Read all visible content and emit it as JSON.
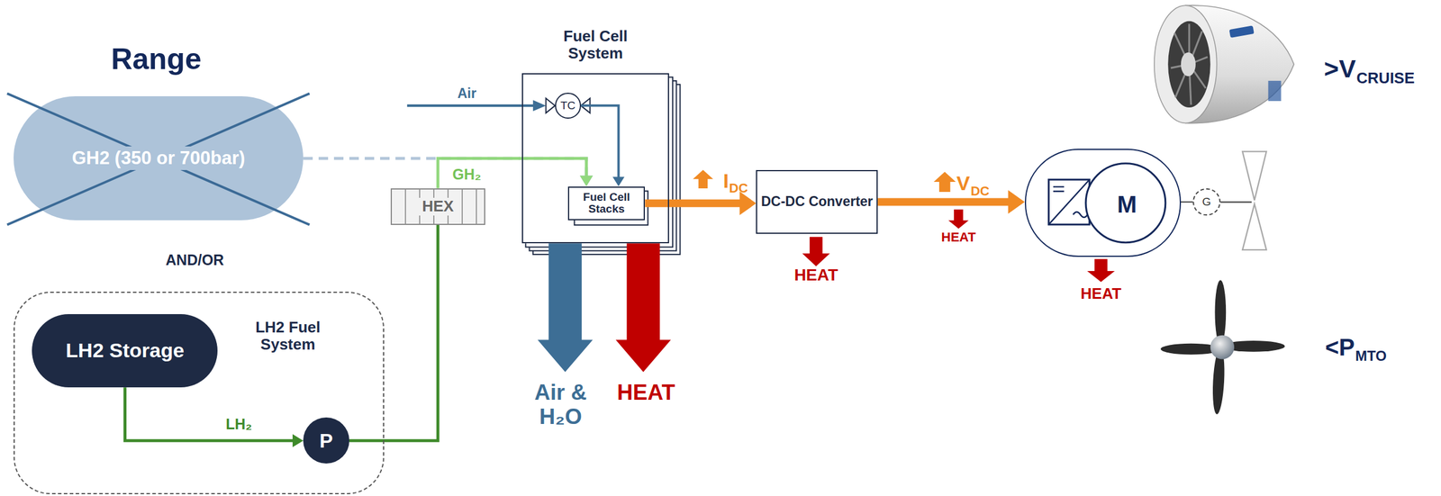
{
  "diagram": {
    "nodes": [
      {
        "text": [
          "GH2 (350 or 700bar)"
        ]
      },
      {
        "text": [
          "LH2 Fuel System"
        ]
      },
      {
        "text": [
          "LH2 Storage"
        ],
        "in": 1
      },
      {
        "text": [
          "P"
        ],
        "in": 1
      },
      {
        "text": [
          "HEX"
        ]
      },
      {
        "text": [
          "Fuel Cell System"
        ]
      },
      {
        "text": [
          "TC"
        ],
        "in": 5
      },
      {
        "text": [
          "Fuel Cell Stacks"
        ],
        "in": 5
      },
      {
        "text": [
          "DC-DC Converter"
        ]
      },
      {
        "text": [
          "M"
        ]
      },
      {
        "text": [
          "G"
        ]
      }
    ],
    "edges": [
      {
        "from": 0,
        "to": 7,
        "arrow": "to"
      },
      {
        "from": 2,
        "to": 3,
        "label": "LH₂",
        "arrow": "to"
      },
      {
        "from": 3,
        "to": 4,
        "arrow": "none"
      },
      {
        "from": 4,
        "to": 7,
        "label": "GH₂",
        "arrow": "to"
      },
      {
        "from": 6,
        "to": 7,
        "arrow": "to"
      },
      {
        "from": 7,
        "to": 8,
        "arrow": "to"
      },
      {
        "from": 8,
        "to": 9,
        "arrow": "to"
      },
      {
        "from": 9,
        "to": 10,
        "arrow": "none"
      }
    ],
    "labels": [
      "Range",
      "AND/OR",
      "Air",
      "Air & H₂O",
      "HEAT",
      "I",
      "DC",
      "HEAT",
      "V",
      "DC",
      "HEAT",
      "HEAT",
      ">V",
      "CRUISE",
      "<P",
      "MTO"
    ]
  }
}
